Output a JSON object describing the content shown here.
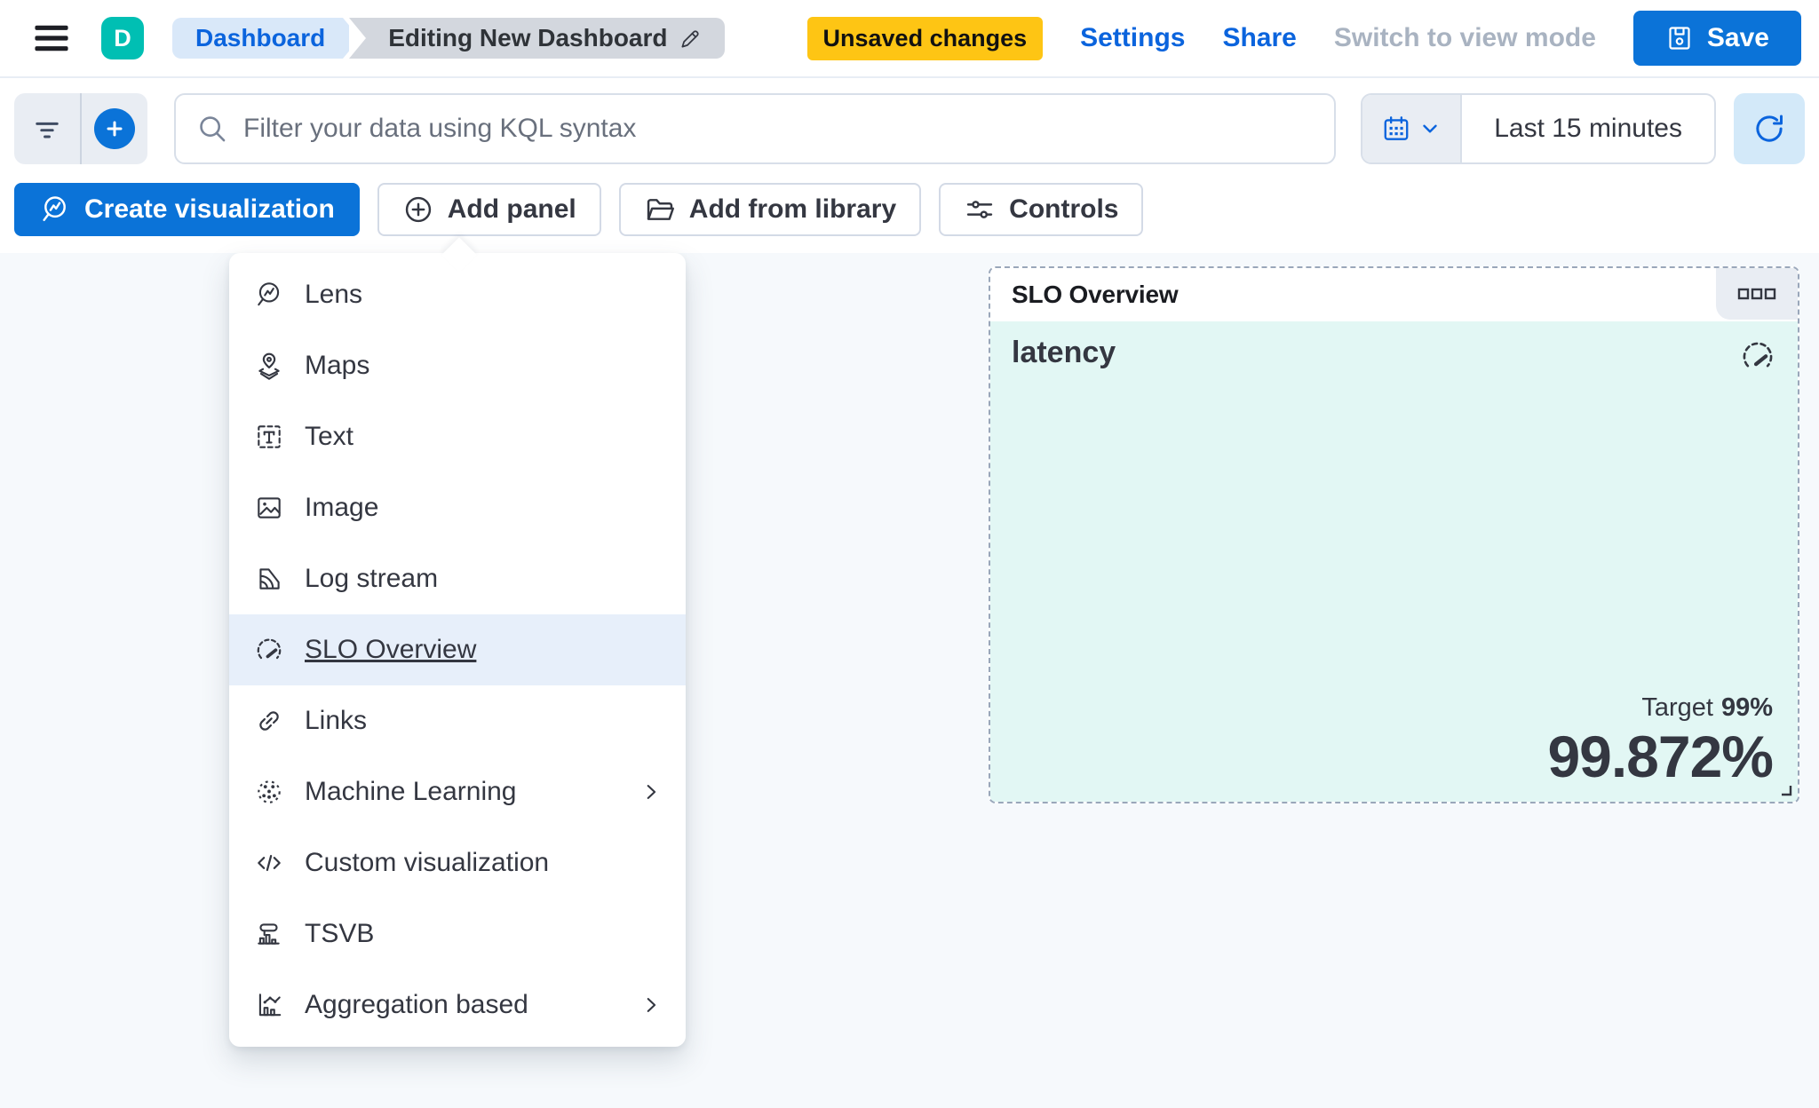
{
  "header": {
    "avatar": "D",
    "breadcrumbs": [
      "Dashboard",
      "Editing New Dashboard"
    ],
    "unsaved_badge": "Unsaved changes",
    "settings_label": "Settings",
    "share_label": "Share",
    "view_mode_label": "Switch to view mode",
    "save_label": "Save"
  },
  "querybar": {
    "search_placeholder": "Filter your data using KQL syntax",
    "time_range": "Last 15 minutes"
  },
  "toolbar": {
    "create_visualization": "Create visualization",
    "add_panel": "Add panel",
    "add_from_library": "Add from library",
    "controls": "Controls"
  },
  "add_panel_menu": {
    "items": [
      {
        "label": "Lens",
        "icon": "lens-icon"
      },
      {
        "label": "Maps",
        "icon": "maps-icon"
      },
      {
        "label": "Text",
        "icon": "text-icon"
      },
      {
        "label": "Image",
        "icon": "image-icon"
      },
      {
        "label": "Log stream",
        "icon": "log-stream-icon"
      },
      {
        "label": "SLO Overview",
        "icon": "gauge-icon",
        "selected": true
      },
      {
        "label": "Links",
        "icon": "link-icon"
      },
      {
        "label": "Machine Learning",
        "icon": "machine-learning-icon",
        "has_submenu": true
      },
      {
        "label": "Custom visualization",
        "icon": "code-icon"
      },
      {
        "label": "TSVB",
        "icon": "tsvb-icon"
      },
      {
        "label": "Aggregation based",
        "icon": "aggregation-icon",
        "has_submenu": true
      }
    ]
  },
  "slo_panel": {
    "title": "SLO Overview",
    "slo_name": "latency",
    "target_label": "Target",
    "target_value": "99%",
    "value": "99.872%"
  },
  "colors": {
    "primary_blue": "#0b73d8",
    "link_blue": "#0b64dd",
    "badge_yellow": "#fec514",
    "avatar_teal": "#00bfb3",
    "panel_mint": "#e2f7f4",
    "menu_highlight": "#e7effa",
    "canvas_bg": "#f6f9fc",
    "dashed_border": "#9aa7ba"
  }
}
